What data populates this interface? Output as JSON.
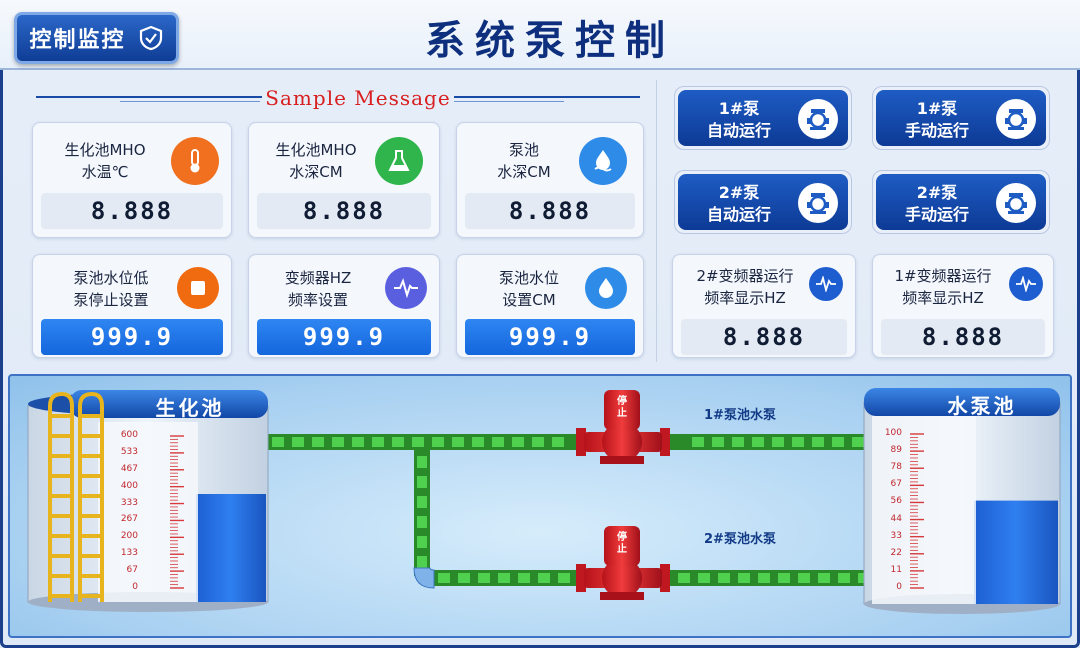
{
  "header": {
    "monitor_label": "控制监控",
    "title": "系统泵控制"
  },
  "message": "Sample Message",
  "sensor_cards": [
    {
      "label_line1": "泵池",
      "label_line2": "水深CM",
      "value": "8.888",
      "icon": "water-drop-waves-icon",
      "color": "#2e8be8"
    },
    {
      "label_line1": "生化池MHO",
      "label_line2": "水深CM",
      "value": "8.888",
      "icon": "flask-icon",
      "color": "#2fb54c"
    },
    {
      "label_line1": "生化池MHO",
      "label_line2": "水温℃",
      "value": "8.888",
      "icon": "thermometer-icon",
      "color": "#f07020"
    },
    {
      "label_line1": "泵池水位",
      "label_line2": "设置CM",
      "value": "999.9",
      "icon": "water-drop-icon",
      "color": "#2e8be8"
    },
    {
      "label_line1": "变频器HZ",
      "label_line2": "频率设置",
      "value": "999.9",
      "icon": "waveform-icon",
      "color": "#5a5fe0"
    },
    {
      "label_line1": "泵池水位低",
      "label_line2": "泵停止设置",
      "value": "999.9",
      "icon": "stop-icon",
      "color": "#f06a10"
    }
  ],
  "pump_buttons": [
    {
      "line1": "1#泵",
      "line2": "自动运行"
    },
    {
      "line1": "1#泵",
      "line2": "手动运行"
    },
    {
      "line1": "2#泵",
      "line2": "自动运行"
    },
    {
      "line1": "2#泵",
      "line2": "手动运行"
    }
  ],
  "freq_cards": [
    {
      "line1": "2#变频器运行",
      "line2": "频率显示HZ",
      "value": "8.888"
    },
    {
      "line1": "1#变频器运行",
      "line2": "频率显示HZ",
      "value": "8.888"
    }
  ],
  "scene": {
    "left_tank": {
      "title": "生化池",
      "scale": [
        "600",
        "533",
        "467",
        "400",
        "333",
        "267",
        "200",
        "133",
        "67",
        "0"
      ],
      "level_fraction": 0.6
    },
    "right_tank": {
      "title": "水泵池",
      "scale": [
        "100",
        "89",
        "78",
        "67",
        "56",
        "44",
        "33",
        "22",
        "11",
        "0"
      ],
      "level_fraction": 0.55
    },
    "pump1_label": "1#泵池水泵",
    "pump2_label": "2#泵池水泵",
    "valve1_text": "停止",
    "valve2_text": "停止"
  }
}
